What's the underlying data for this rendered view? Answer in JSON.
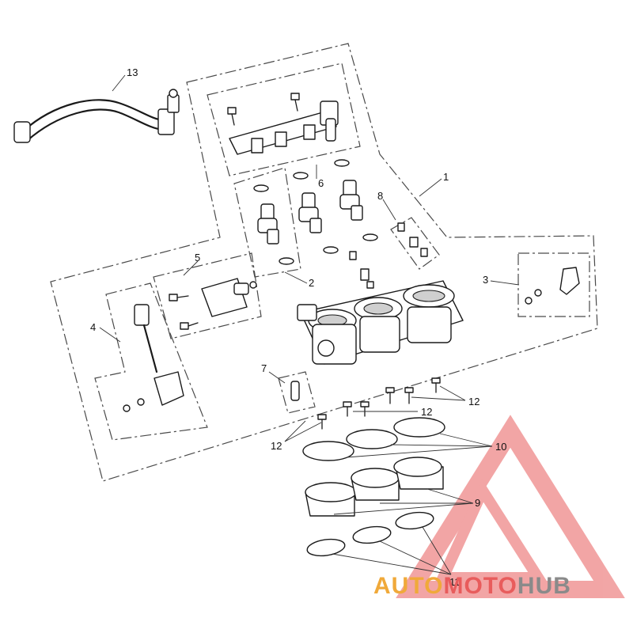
{
  "callouts": {
    "c1": "1",
    "c2": "2",
    "c3": "3",
    "c4": "4",
    "c5": "5",
    "c6": "6",
    "c7": "7",
    "c8": "8",
    "c9": "9",
    "c10": "10",
    "c11": "11",
    "c12a": "12",
    "c12b": "12",
    "c12c": "12",
    "c13": "13"
  },
  "watermark": {
    "part1": "AUTO",
    "part2": "MOTO",
    "part3": "HUB",
    "color_primary": "#f0a93a",
    "color_secondary": "#e85c5c",
    "color_tertiary": "#8a8a8a"
  },
  "colors": {
    "line": "#1a1a1a",
    "dashed_group": "#4a4a4a"
  }
}
